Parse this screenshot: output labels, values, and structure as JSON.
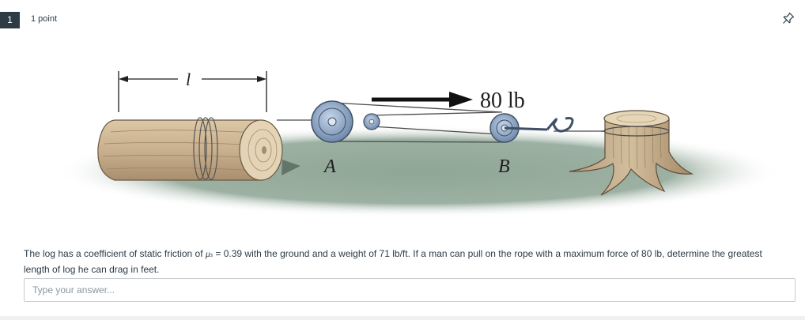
{
  "question": {
    "number": "1",
    "points": "1 point",
    "prompt_before_mu": "The log has a coefficient of static friction of ",
    "mu_symbol": "μ",
    "mu_subscript": "s",
    "prompt_after_mu": " = 0.39 with the ground and a weight of 71 lb/ft. If a man can pull on the rope with a maximum force of 80 lb, determine the greatest length of log he can drag in feet.",
    "answer_placeholder": "Type your answer...",
    "answer_value": ""
  },
  "figure": {
    "length_label": "l",
    "force_label": "80 lb",
    "pulley_a_label": "A",
    "pulley_b_label": "B"
  },
  "icons": {
    "pin": "pin-icon"
  },
  "colors": {
    "badge_bg": "#2d3b45",
    "ground": "#8fa595",
    "log": "#c9b08e",
    "pulley": "#7f98b8"
  }
}
